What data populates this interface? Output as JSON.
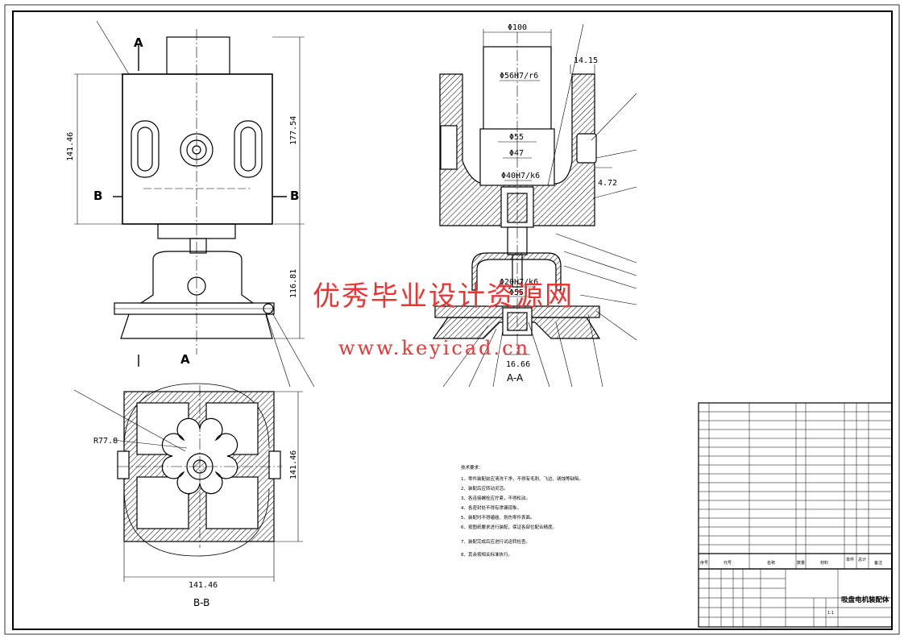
{
  "section_labels": {
    "a_top": "A",
    "a_bottom": "A",
    "b_left": "B",
    "b_right": "B",
    "view_aa": "A-A",
    "view_bb": "B-B"
  },
  "dimensions": {
    "height_left": "141.46",
    "height_right": "177.54",
    "height_lower": "116.81",
    "phi100": "Φ100",
    "fit_top": "Φ56H7/r6",
    "phi55a": "Φ55",
    "phi47": "Φ47",
    "fit_mid": "Φ40H7/k6",
    "d1415": "14.15",
    "d472": "4.72",
    "fit_low": "Φ20H7/k6",
    "phi55b": "Φ55",
    "d1666": "16.66",
    "radius": "R77.8",
    "bb_height": "141.46",
    "bb_width": "141.46"
  },
  "watermark": {
    "title": "优秀毕业设计资源网",
    "url": "www.keyicad.cn"
  },
  "tech_notes": {
    "heading": "技术要求：",
    "lines": [
      "1、零件装配前应清洗干净，不得有毛刺、飞边、锈蚀等缺陷。",
      "2、装配后应转动灵活。",
      "3、各连接螺栓应拧紧，不得松动。",
      "4、各密封处不得有渗漏现象。",
      "5、装配时不得磕碰、划伤零件表面。",
      "6、按图纸要求进行装配，保证各部位配合精度。",
      "7、装配完成后应进行试运转检查。",
      "8、其余按相关标准执行。"
    ]
  },
  "title_block": {
    "drawing_title": "吸盘电机装配体",
    "header_cols": [
      "序号",
      "代号",
      "名称",
      "数量",
      "材料",
      "单件",
      "总计",
      "备注"
    ],
    "scale": "1:1"
  }
}
